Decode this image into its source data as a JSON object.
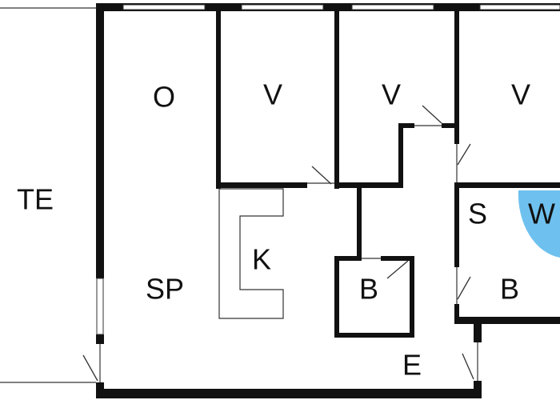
{
  "plan": {
    "rooms": [
      {
        "id": "te",
        "label": "TE"
      },
      {
        "id": "o",
        "label": "O"
      },
      {
        "id": "v1",
        "label": "V"
      },
      {
        "id": "v2",
        "label": "V"
      },
      {
        "id": "v3",
        "label": "V"
      },
      {
        "id": "sp",
        "label": "SP"
      },
      {
        "id": "k",
        "label": "K"
      },
      {
        "id": "b1",
        "label": "B"
      },
      {
        "id": "s",
        "label": "S"
      },
      {
        "id": "w",
        "label": "W"
      },
      {
        "id": "b2",
        "label": "B"
      },
      {
        "id": "e",
        "label": "E"
      }
    ],
    "colors": {
      "wall": "#111111",
      "whirlpool": "#6ec1ef",
      "background": "#ffffff"
    }
  }
}
